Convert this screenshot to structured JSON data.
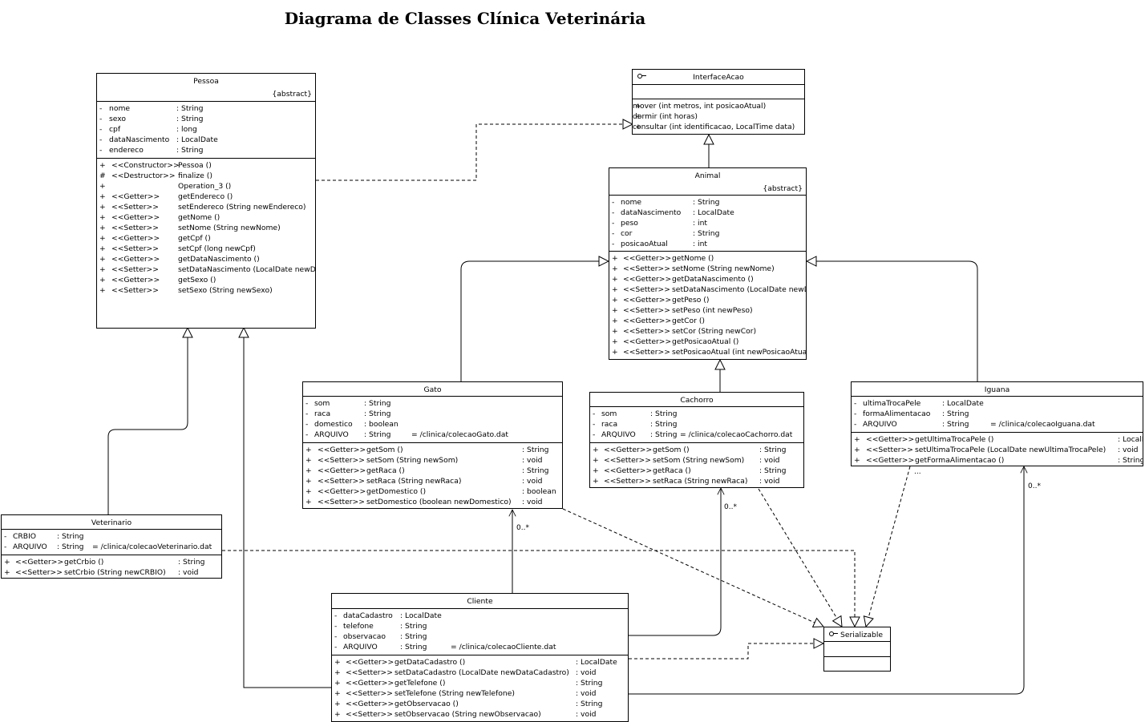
{
  "title": "Diagrama de Classes Clínica Veterinária",
  "classes": {
    "pessoa": {
      "name": "Pessoa",
      "stereotype": "{abstract}",
      "attributes": [
        [
          "-",
          "nome",
          ": String"
        ],
        [
          "-",
          "sexo",
          ": String"
        ],
        [
          "-",
          "cpf",
          ": long"
        ],
        [
          "-",
          "dataNascimento",
          ": LocalDate"
        ],
        [
          "-",
          "endereco",
          ": String"
        ]
      ],
      "operations": [
        [
          "+",
          "<<Constructor>>",
          "Pessoa ()"
        ],
        [
          "#",
          "<<Destructor>>",
          "finalize ()"
        ],
        [
          "+",
          "",
          "Operation_3 ()"
        ],
        [
          "+",
          "<<Getter>>",
          "getEndereco ()"
        ],
        [
          "+",
          "<<Setter>>",
          "setEndereco (String newEndereco)"
        ],
        [
          "+",
          "<<Getter>>",
          "getNome ()"
        ],
        [
          "+",
          "<<Setter>>",
          "setNome (String newNome)"
        ],
        [
          "+",
          "<<Getter>>",
          "getCpf ()"
        ],
        [
          "+",
          "<<Setter>>",
          "setCpf (long newCpf)"
        ],
        [
          "+",
          "<<Getter>>",
          "getDataNascimento ()"
        ],
        [
          "+",
          "<<Setter>>",
          "setDataNascimento (LocalDate newDataNascimento)"
        ],
        [
          "+",
          "<<Getter>>",
          "getSexo ()"
        ],
        [
          "+",
          "<<Setter>>",
          "setSexo (String newSexo)"
        ]
      ]
    },
    "interfaceAcao": {
      "name": "InterfaceAcao",
      "attributes": [],
      "operations": [
        [
          "+",
          "",
          "mover (int metros, int posicaoAtual)"
        ],
        [
          "+",
          "",
          "dormir (int horas)"
        ],
        [
          "+",
          "",
          "consultar (int identificacao, LocalTime data)"
        ]
      ]
    },
    "animal": {
      "name": "Animal",
      "stereotype": "{abstract}",
      "attributes": [
        [
          "-",
          "nome",
          ": String"
        ],
        [
          "-",
          "dataNascimento",
          ": LocalDate"
        ],
        [
          "-",
          "peso",
          ": int"
        ],
        [
          "-",
          "cor",
          ": String"
        ],
        [
          "-",
          "posicaoAtual",
          ": int"
        ]
      ],
      "operations": [
        [
          "+",
          "<<Getter>>",
          "getNome ()"
        ],
        [
          "+",
          "<<Setter>>",
          "setNome (String newNome)"
        ],
        [
          "+",
          "<<Getter>>",
          "getDataNascimento ()"
        ],
        [
          "+",
          "<<Setter>>",
          "setDataNascimento (LocalDate newDataNascimento)"
        ],
        [
          "+",
          "<<Getter>>",
          "getPeso ()"
        ],
        [
          "+",
          "<<Setter>>",
          "setPeso (int newPeso)"
        ],
        [
          "+",
          "<<Getter>>",
          "getCor ()"
        ],
        [
          "+",
          "<<Setter>>",
          "setCor (String newCor)"
        ],
        [
          "+",
          "<<Getter>>",
          "getPosicaoAtual ()"
        ],
        [
          "+",
          "<<Setter>>",
          "setPosicaoAtual (int newPosicaoAtual)"
        ]
      ]
    },
    "gato": {
      "name": "Gato",
      "attributes": [
        [
          "-",
          "som",
          ": String",
          ""
        ],
        [
          "-",
          "raca",
          ": String",
          ""
        ],
        [
          "-",
          "domestico",
          ": boolean",
          ""
        ],
        [
          "-",
          "ARQUIVO",
          ": String",
          "= /clinica/colecaoGato.dat"
        ]
      ],
      "operations": [
        [
          "+",
          "<<Getter>>",
          "getSom ()",
          ": String"
        ],
        [
          "+",
          "<<Setter>>",
          "setSom (String newSom)",
          ": void"
        ],
        [
          "+",
          "<<Getter>>",
          "getRaca ()",
          ": String"
        ],
        [
          "+",
          "<<Setter>>",
          "setRaca (String newRaca)",
          ": void"
        ],
        [
          "+",
          "<<Getter>>",
          "getDomestico ()",
          ": boolean"
        ],
        [
          "+",
          "<<Setter>>",
          "setDomestico (boolean newDomestico)",
          ": void"
        ]
      ]
    },
    "cachorro": {
      "name": "Cachorro",
      "attributes": [
        [
          "-",
          "som",
          ": String",
          ""
        ],
        [
          "-",
          "raca",
          ": String",
          ""
        ],
        [
          "-",
          "ARQUIVO",
          ": String",
          "= /clinica/colecaoCachorro.dat"
        ]
      ],
      "operations": [
        [
          "+",
          "<<Getter>>",
          "getSom ()",
          ": String"
        ],
        [
          "+",
          "<<Setter>>",
          "setSom (String newSom)",
          ": void"
        ],
        [
          "+",
          "<<Getter>>",
          "getRaca ()",
          ": String"
        ],
        [
          "+",
          "<<Setter>>",
          "setRaca (String newRaca)",
          ": void"
        ]
      ]
    },
    "iguana": {
      "name": "Iguana",
      "attributes": [
        [
          "-",
          "ultimaTrocaPele",
          ": LocalDate",
          ""
        ],
        [
          "-",
          "formaAlimentacao",
          ": String",
          ""
        ],
        [
          "-",
          "ARQUIVO",
          ": String",
          "= /clinica/colecaoIguana.dat"
        ]
      ],
      "operations": [
        [
          "+",
          "<<Getter>>",
          "getUltimaTrocaPele ()",
          ": LocalDate"
        ],
        [
          "+",
          "<<Setter>>",
          "setUltimaTrocaPele (LocalDate newUltimaTrocaPele)",
          ": void"
        ],
        [
          "+",
          "<<Getter>>",
          "getFormaAlimentacao ()",
          ": String"
        ]
      ]
    },
    "veterinario": {
      "name": "Veterinario",
      "attributes": [
        [
          "-",
          "CRBIO",
          ": String",
          ""
        ],
        [
          "-",
          "ARQUIVO",
          ": String",
          "= /clinica/colecaoVeterinario.dat"
        ]
      ],
      "operations": [
        [
          "+",
          "<<Getter>>",
          "getCrbio ()",
          ": String"
        ],
        [
          "+",
          "<<Setter>>",
          "setCrbio (String newCRBIO)",
          ": void"
        ]
      ]
    },
    "cliente": {
      "name": "Cliente",
      "attributes": [
        [
          "-",
          "dataCadastro",
          ": LocalDate",
          ""
        ],
        [
          "-",
          "telefone",
          ": String",
          ""
        ],
        [
          "-",
          "observacao",
          ": String",
          ""
        ],
        [
          "-",
          "ARQUIVO",
          ": String",
          "= /clinica/colecaoCliente.dat"
        ]
      ],
      "operations": [
        [
          "+",
          "<<Getter>>",
          "getDataCadastro ()",
          ": LocalDate"
        ],
        [
          "+",
          "<<Setter>>",
          "setDataCadastro (LocalDate newDataCadastro)",
          ": void"
        ],
        [
          "+",
          "<<Getter>>",
          "getTelefone ()",
          ": String"
        ],
        [
          "+",
          "<<Setter>>",
          "setTelefone (String newTelefone)",
          ": void"
        ],
        [
          "+",
          "<<Getter>>",
          "getObservacao ()",
          ": String"
        ],
        [
          "+",
          "<<Setter>>",
          "setObservacao (String newObservacao)",
          ": void"
        ]
      ]
    },
    "serializable": {
      "name": "Serializable",
      "attributes": [],
      "operations": []
    }
  },
  "multiplicities": {
    "gato": "0..*",
    "cachorro": "0..*",
    "iguana": "0..*"
  },
  "ellipsis": "..."
}
